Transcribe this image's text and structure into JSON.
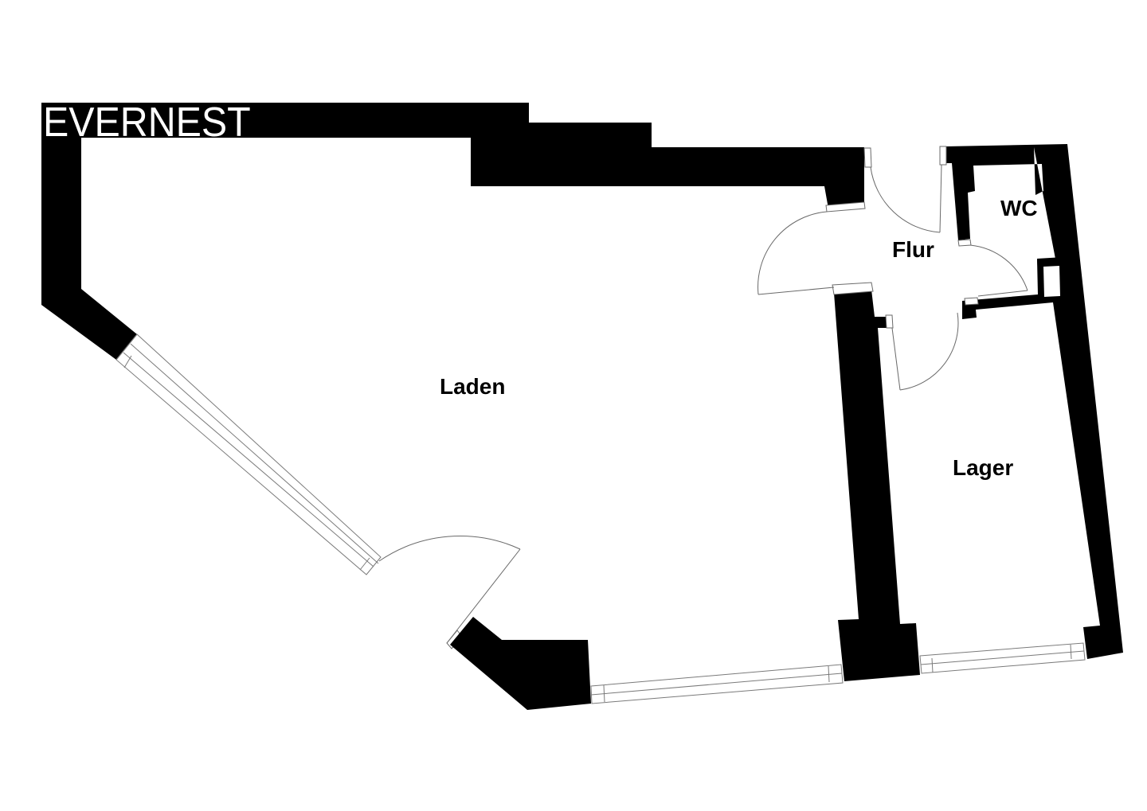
{
  "brand": {
    "name": "EVERNEST",
    "text_color": "#ffffff",
    "background_color": "#000000"
  },
  "plan": {
    "type": "floor_plan",
    "wall_color": "#000000",
    "background_color": "#ffffff",
    "line_color": "#7a7a7a"
  },
  "rooms": [
    {
      "id": "laden",
      "label": "Laden"
    },
    {
      "id": "flur",
      "label": "Flur"
    },
    {
      "id": "wc",
      "label": "WC"
    },
    {
      "id": "lager",
      "label": "Lager"
    }
  ],
  "doors": [
    {
      "id": "entrance-door",
      "room": "Laden"
    },
    {
      "id": "laden-flur-door",
      "room": "Flur"
    },
    {
      "id": "flur-outer-door",
      "room": "Flur"
    },
    {
      "id": "wc-door",
      "room": "WC"
    },
    {
      "id": "lager-door",
      "room": "Lager"
    }
  ],
  "windows": [
    {
      "id": "diagonal-storefront-window"
    },
    {
      "id": "laden-front-window"
    },
    {
      "id": "lager-front-window"
    }
  ]
}
